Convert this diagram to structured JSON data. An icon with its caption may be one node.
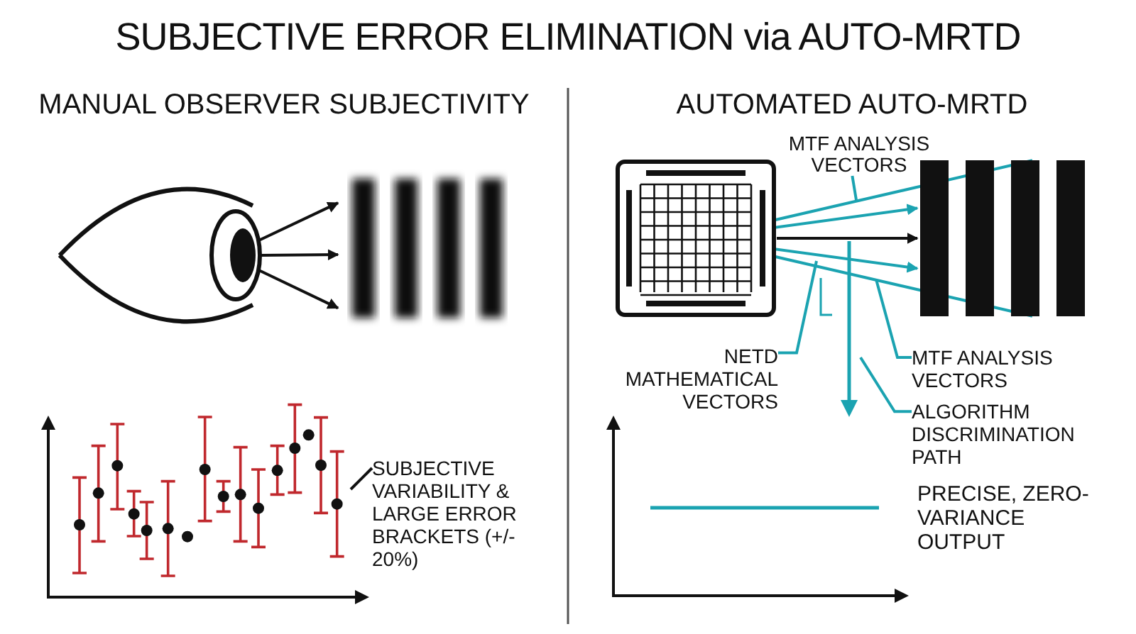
{
  "diagram": {
    "title": "SUBJECTIVE ERROR ELIMINATION via AUTO-MRTD",
    "nodes": [
      {
        "text": [],
        "shape": "picture"
      },
      {
        "text": [],
        "shape": "picture"
      },
      {
        "text": [],
        "shape": "picture"
      },
      {
        "text": [],
        "shape": "picture"
      },
      {
        "text": [
          "MTF ANALYSIS VECTORS"
        ]
      },
      {
        "text": [
          "NETD MATHEMATICAL VECTORS"
        ]
      },
      {
        "text": [
          "MTF ANALYSIS VECTORS"
        ]
      },
      {
        "text": [
          "ALGORITHM DISCRIMINATION PATH"
        ]
      },
      {
        "text": [
          "SUBJECTIVE VARIABILITY & LARGE ERROR BRACKETS (+/- 20%)"
        ]
      }
    ],
    "edges": [
      {
        "from": 0,
        "to": 1,
        "arrow": "to",
        "color": "#111111"
      },
      {
        "from": 0,
        "to": 1,
        "arrow": "to",
        "color": "#111111"
      },
      {
        "from": 0,
        "to": 1,
        "arrow": "to",
        "color": "#111111"
      },
      {
        "from": 2,
        "to": 3,
        "arrow": "none",
        "color": "#1ba3b1"
      },
      {
        "from": 2,
        "to": 3,
        "arrow": "to",
        "color": "#1ba3b1"
      },
      {
        "from": 2,
        "to": 3,
        "arrow": "to",
        "color": "#111111"
      },
      {
        "from": 2,
        "to": 3,
        "arrow": "to",
        "color": "#1ba3b1"
      },
      {
        "from": 2,
        "to": 3,
        "arrow": "none",
        "color": "#1ba3b1"
      },
      {
        "from": 4,
        "to": null,
        "arrow": "none",
        "color": "#1ba3b1"
      },
      {
        "from": 5,
        "to": null,
        "arrow": "none",
        "color": "#1ba3b1"
      },
      {
        "from": 6,
        "to": null,
        "arrow": "none",
        "color": "#1ba3b1"
      },
      {
        "from": 7,
        "to": null,
        "arrow": "none",
        "color": "#1ba3b1"
      },
      {
        "from": 8,
        "to": null,
        "arrow": "none",
        "color": "#111111"
      }
    ],
    "labels": [
      "MANUAL OBSERVER SUBJECTIVITY",
      "AUTOMATED AUTO-MRTD",
      "PRECISE, ZERO-VARIANCE OUTPUT"
    ]
  }
}
